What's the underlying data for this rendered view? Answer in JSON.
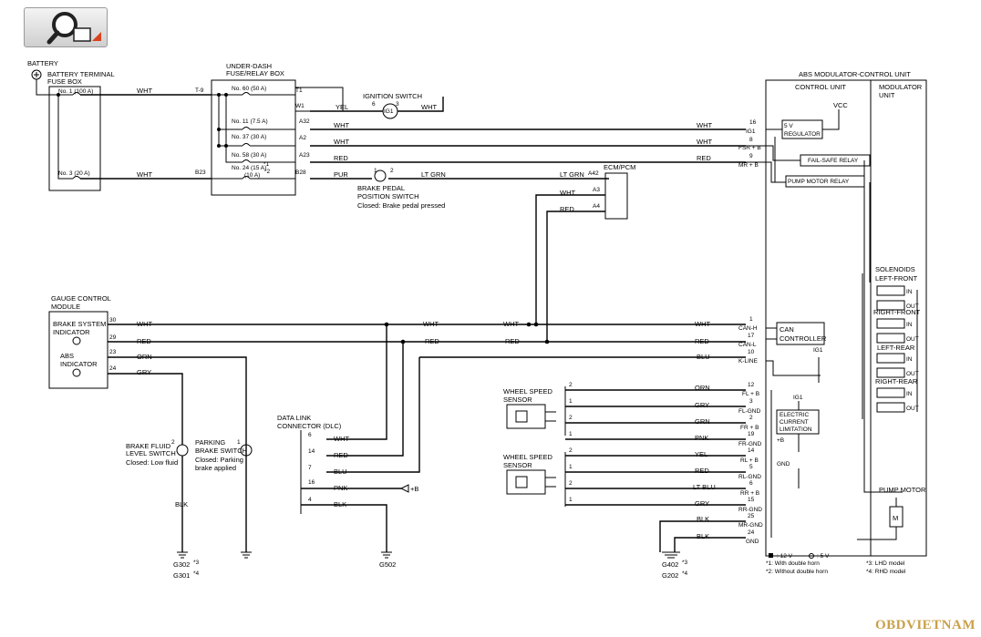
{
  "toolbar": {
    "zoom_icon": "magnifier-icon",
    "accent": "#d9421c"
  },
  "watermark": "OBDVIETNAM",
  "battery": {
    "label": "BATTERY",
    "fuse_box_line1": "BATTERY TERMINAL",
    "fuse_box_line2": "FUSE BOX",
    "fuse_no1": "No. 1 (100 A)",
    "fuse_no3": "No. 3 (20 A)"
  },
  "underdash": {
    "title_line1": "UNDER-DASH",
    "title_line2": "FUSE/RELAY BOX",
    "fuse_no60": "No. 60 (50 A)",
    "fuse_no11": "No. 11 (7.5 A)",
    "fuse_no37": "No. 37 (30 A)",
    "fuse_no58": "No. 58 (30 A)",
    "fuse_no24_a": "No. 24 (15 A)",
    "fuse_no24_note_a": "*1",
    "fuse_no24_b": "(10 A)",
    "fuse_no24_note_b": "*2",
    "pin_t9": "T-9",
    "pin_t1": "T1",
    "pin_w1": "W1",
    "pin_a32": "A32",
    "pin_a2": "A2",
    "pin_a23": "A23",
    "pin_b23": "B23",
    "pin_b28": "B28"
  },
  "ignition": {
    "title": "IGNITION SWITCH",
    "pin6": "6",
    "pin3": "3",
    "ig1": "IG1"
  },
  "brake_pedal": {
    "line1": "BRAKE PEDAL",
    "line2": "POSITION SWITCH",
    "line3": "Closed: Brake pedal pressed",
    "pin1": "1",
    "pin2": "2"
  },
  "ecm": {
    "title": "ECM/PCM",
    "pin_a42": "A42",
    "pin_a3": "A3",
    "pin_a4": "A4"
  },
  "wires": {
    "wht": "WHT",
    "yel": "YEL",
    "red": "RED",
    "pur": "PUR",
    "lt_grn": "LT GRN",
    "orn": "ORN",
    "gry": "GRY",
    "blu": "BLU",
    "blk": "BLK",
    "grn": "GRN",
    "pnk": "PNK",
    "lt_blu": "LT BLU"
  },
  "gauge": {
    "title_line1": "GAUGE CONTROL",
    "title_line2": "MODULE",
    "brake_ind_line1": "BRAKE SYSTEM",
    "brake_ind_line2": "INDICATOR",
    "abs_ind_line1": "ABS",
    "abs_ind_line2": "INDICATOR",
    "pin30": "30",
    "pin29": "29",
    "pin23": "23",
    "pin24": "24"
  },
  "dlc": {
    "title_line1": "DATA LINK",
    "title_line2": "CONNECTOR (DLC)",
    "pin6": "6",
    "pin14": "14",
    "pin7": "7",
    "pin16": "16",
    "pin4": "4",
    "plus_b": "+B"
  },
  "brake_fluid": {
    "line1": "BRAKE FLUID",
    "line2": "LEVEL SWITCH",
    "line3": "Closed: Low fluid",
    "pin": "2"
  },
  "parking": {
    "line1": "PARKING",
    "line2": "BRAKE SWITCH",
    "line3": "Closed: Parking",
    "line4": "brake applied",
    "pin": "1"
  },
  "grounds": {
    "g302": "G302",
    "g302_note": "*3",
    "g301": "G301",
    "g301_note": "*4",
    "g502": "G502",
    "g402": "G402",
    "g402_note": "*3",
    "g202": "G202",
    "g202_note": "*4"
  },
  "wheel_sensor": {
    "line1": "WHEEL SPEED",
    "line2": "SENSOR",
    "pin1": "1",
    "pin2": "2"
  },
  "abs": {
    "title": "ABS MODULATOR-CONTROL UNIT",
    "control_unit": "CONTROL UNIT",
    "modulator_line1": "MODULATOR",
    "modulator_line2": "UNIT",
    "vcc": "VCC",
    "regulator_line1": "5 V",
    "regulator_line2": "REGULATOR",
    "fail_safe": "FAIL-SAFE RELAY",
    "pump_relay": "PUMP MOTOR RELAY",
    "can_line1": "CAN",
    "can_line2": "CONTROLLER",
    "ecl_line1": "ELECTRIC",
    "ecl_line2": "CURRENT",
    "ecl_line3": "LIMITATION",
    "ig1": "IG1",
    "plus_b": "+B",
    "gnd": "GND",
    "solenoids": "SOLENOIDS",
    "left_front": "LEFT-FRONT",
    "right_front": "RIGHT-FRONT",
    "left_rear": "LEFT-REAR",
    "right_rear": "RIGHT-REAR",
    "in": "IN",
    "out": "OUT",
    "pump_motor": "PUMP MOTOR",
    "motor": "M"
  },
  "abs_pins": {
    "p16": "16",
    "ig1": "IG1",
    "p8": "8",
    "fsr": "FSR + B",
    "p9": "9",
    "mr": "MR + B",
    "p1": "1",
    "can_h": "CAN-H",
    "p17": "17",
    "can_l": "CAN-L",
    "p10": "10",
    "k_line": "K-LINE",
    "p12": "12",
    "fl_b": "FL + B",
    "p3": "3",
    "fl_gnd": "FL-GND",
    "p2": "2",
    "fr_b": "FR + B",
    "p19": "19",
    "fr_gnd": "FR-GND",
    "p14": "14",
    "rl_b": "RL + B",
    "p5": "5",
    "rl_gnd": "RL-GND",
    "p6": "6",
    "rr_b": "RR + B",
    "p15": "15",
    "rr_gnd": "RR-GND",
    "p25": "25",
    "mr_gnd": "MR-GND",
    "p24": "24",
    "gnd": "GND"
  },
  "legend": {
    "sym": ": 12 V",
    "sym2": ": 5 V",
    "n1": "*1: With double horn",
    "n2": "*2: Without double horn",
    "n3": "*3: LHD model",
    "n4": "*4: RHD model"
  }
}
